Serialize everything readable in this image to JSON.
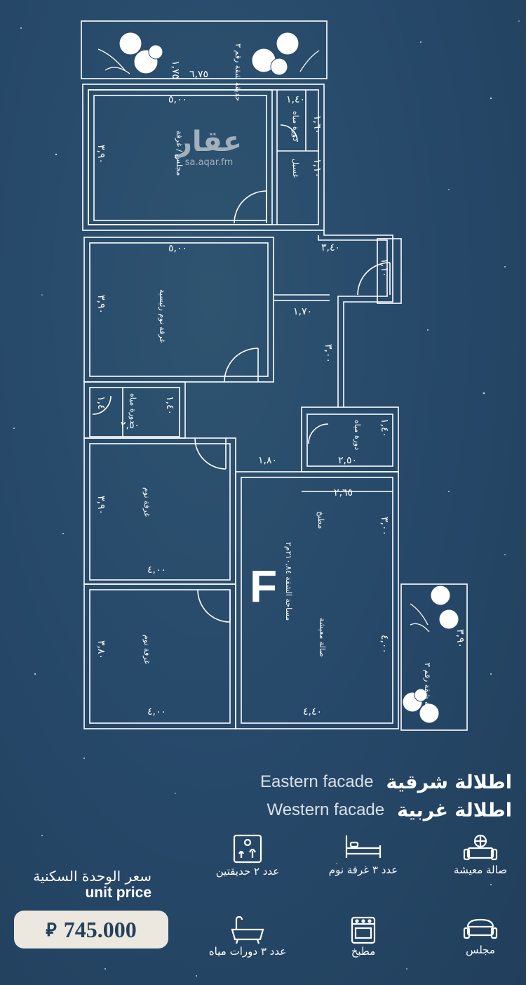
{
  "floor_plan": {
    "unit_letter": "F",
    "watermark": {
      "name": "عقار",
      "url": "sa.aqar.fm"
    },
    "dimensions": {
      "garden_top_width": "٦,٧٥",
      "garden_top_depth": "١,٧٥",
      "top_room_width": "٥,٠٠",
      "top_bath_width": "١,٤٠",
      "top_bath_height": "١,٦٠",
      "top_room_height": "٣,٩٠",
      "service_height": "١,١٠",
      "corridor_width": "٣,٤٠",
      "entry_height": "١,١٠",
      "master_width": "٥,٠٠",
      "master_height": "٣,٩٠",
      "passage_width": "١,٧٠",
      "passage_height": "٣,٠٠",
      "bath_left_height": "١,٤٠",
      "bath_left_width": "٢,٥٠",
      "bath_left_depth": "١,٤٠",
      "bath_right_height": "١,٤٠",
      "bath_right_width": "٢,٥٠",
      "hall_width": "١,٨٠",
      "kitchen_width": "٢,٦٥",
      "kitchen_height": "٣,٠٠",
      "bed1_height": "٣,٩٠",
      "bed1_width": "٤,٠٠",
      "bed2_height": "٣,٨٠",
      "bed2_width": "٤,٠٠",
      "living_width": "٤,٤٠",
      "living_height": "٤,٠٠",
      "garden_side_height": "٣,٩٠"
    },
    "rooms": {
      "garden_top": "حديقة شقة رقم ٣",
      "maid_room": "مجلس / غرفة",
      "top_bath": "دورة مياه",
      "service": "غسيل",
      "master_bedroom": "غرفة نوم رئيسية",
      "bath_left": "دورة مياه",
      "bath_right": "دورة مياه",
      "bedroom_1": "غرفة نوم",
      "bedroom_2": "غرفة نوم",
      "kitchen": "مطبخ",
      "living": "صالة معيشة",
      "area": "مساحة الشقة ٢١٠,٨٤م٢",
      "garden_side": "حديقة شقة رقم ٣"
    }
  },
  "facades": [
    {
      "en": "Eastern facade",
      "ar": "اطلالة شرقية"
    },
    {
      "en": "Western facade",
      "ar": "اطلالة غربية"
    }
  ],
  "features": {
    "living_room": {
      "label": "صالة معيشة",
      "icon": "sofa-icon"
    },
    "bedrooms": {
      "label": "عدد ٣ غرفة نوم",
      "icon": "bed-icon"
    },
    "gardens": {
      "label": "عدد ٢ حديقتين",
      "icon": "garden-icon"
    },
    "majlis": {
      "label": "مجلس",
      "icon": "couch-icon"
    },
    "kitchen": {
      "label": "مطبخ",
      "icon": "stove-icon"
    },
    "bathrooms": {
      "label": "عدد ٣ دورات مياه",
      "icon": "bathtub-icon"
    }
  },
  "price": {
    "title_ar": "سعر الوحدة السكنية",
    "title_en": "unit price",
    "currency_symbol": "⃁",
    "value": "745.000"
  },
  "colors": {
    "background": "#27496a",
    "price_box": "#ece8df",
    "price_text": "#23415c"
  }
}
